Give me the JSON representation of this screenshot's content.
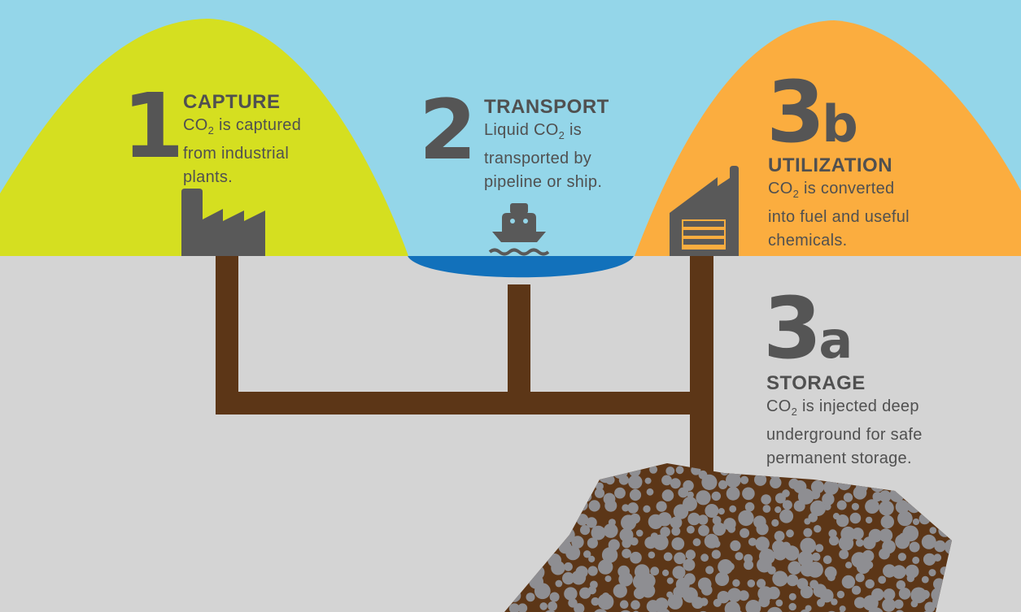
{
  "colors": {
    "sky": "#94d6e9",
    "ground": "#d4d4d4",
    "capture_hill": "#d5df20",
    "utilization_hill": "#fbad3f",
    "water": "#1271bb",
    "pipe": "#5c3617",
    "icon": "#595959",
    "text": "#505050",
    "rock_dots": "#8e8e92"
  },
  "steps": {
    "capture": {
      "number": "1",
      "title": "CAPTURE",
      "line1_prefix": "CO",
      "line1_sub": "2",
      "line1_rest": " is captured",
      "line2": "from industrial",
      "line3": "plants.",
      "icon": "factory-icon"
    },
    "transport": {
      "number": "2",
      "title": "TRANSPORT",
      "line1_prefix": "Liquid CO",
      "line1_sub": "2",
      "line1_rest": " is",
      "line2": "transported by",
      "line3": "pipeline or ship.",
      "icon": "ship-icon"
    },
    "utilization": {
      "number": "3",
      "suffix": "b",
      "title": "UTILIZATION",
      "line1_prefix": "CO",
      "line1_sub": "2",
      "line1_rest": " is converted",
      "line2": "into fuel and useful",
      "line3": "chemicals.",
      "icon": "refinery-icon"
    },
    "storage": {
      "number": "3",
      "suffix": "a",
      "title": "STORAGE",
      "line1_prefix": "CO",
      "line1_sub": "2",
      "line1_rest": " is injected deep",
      "line2": "underground for safe",
      "line3": "permanent storage.",
      "icon": "rock-formation"
    }
  }
}
